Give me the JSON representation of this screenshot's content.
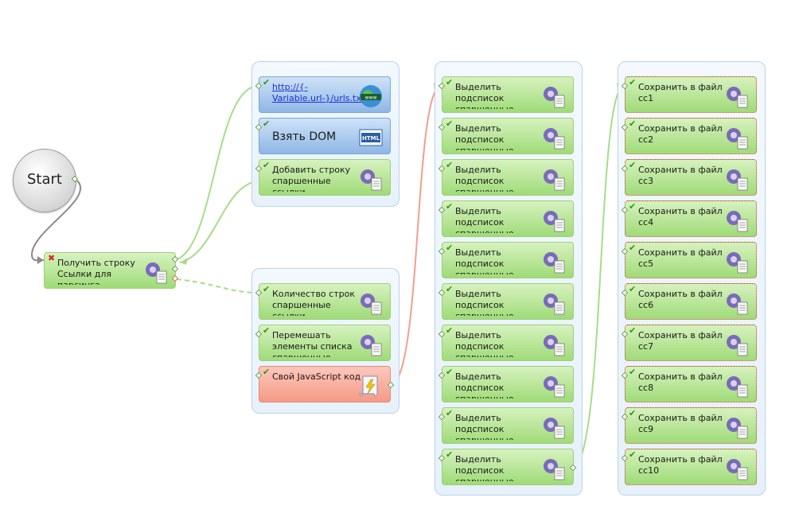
{
  "start": {
    "label": "Start"
  },
  "main_node": {
    "label": "Получить строку Ссылки для парсинга"
  },
  "group1": [
    {
      "label": "http://{-Variable.url-}/urls.txt",
      "style": "blue-link",
      "icon": "globe-www-icon"
    },
    {
      "label": "Взять DOM",
      "style": "blue-big",
      "icon": "html-icon"
    },
    {
      "label": "Добавить строку спаршенные ссылки",
      "style": "green",
      "icon": "gear-document-icon"
    }
  ],
  "group2": [
    {
      "label": "Количество строк спаршенные ссылки",
      "style": "green",
      "icon": "gear-document-icon"
    },
    {
      "label": "Перемешать элементы списка спаршенные ссылки",
      "style": "green",
      "icon": "gear-document-icon"
    },
    {
      "label": "Свой JavaScript код",
      "style": "red",
      "icon": "javascript-scroll-icon"
    }
  ],
  "group3": [
    {
      "label": "Выделить подсписок спаршенные ссылки"
    },
    {
      "label": "Выделить подсписок спаршенные ссылки"
    },
    {
      "label": "Выделить подсписок спаршенные ссылки"
    },
    {
      "label": "Выделить подсписок спаршенные ссылки"
    },
    {
      "label": "Выделить подсписок спаршенные ссылки"
    },
    {
      "label": "Выделить подсписок спаршенные ссылки"
    },
    {
      "label": "Выделить подсписок спаршенные ссылки"
    },
    {
      "label": "Выделить подсписок спаршенные ссылки"
    },
    {
      "label": "Выделить подсписок спаршенные ссылки"
    },
    {
      "label": "Выделить подсписок спаршенные ссылки"
    }
  ],
  "group4": [
    {
      "label": "Сохранить в файл сс1"
    },
    {
      "label": "Сохранить в файл сс2"
    },
    {
      "label": "Сохранить в файл сс3"
    },
    {
      "label": "Сохранить в файл сс4"
    },
    {
      "label": "Сохранить в файл сс5"
    },
    {
      "label": "Сохранить в файл сс6"
    },
    {
      "label": "Сохранить в файл сс7"
    },
    {
      "label": "Сохранить в файл сс8"
    },
    {
      "label": "Сохранить в файл сс9"
    },
    {
      "label": "Сохранить в файл сс10"
    }
  ],
  "colors": {
    "success_wire": "#a8dc8a",
    "error_wire": "#f0a090",
    "start_wire": "#8a8a8a",
    "group_border": "#b9d3ea"
  }
}
